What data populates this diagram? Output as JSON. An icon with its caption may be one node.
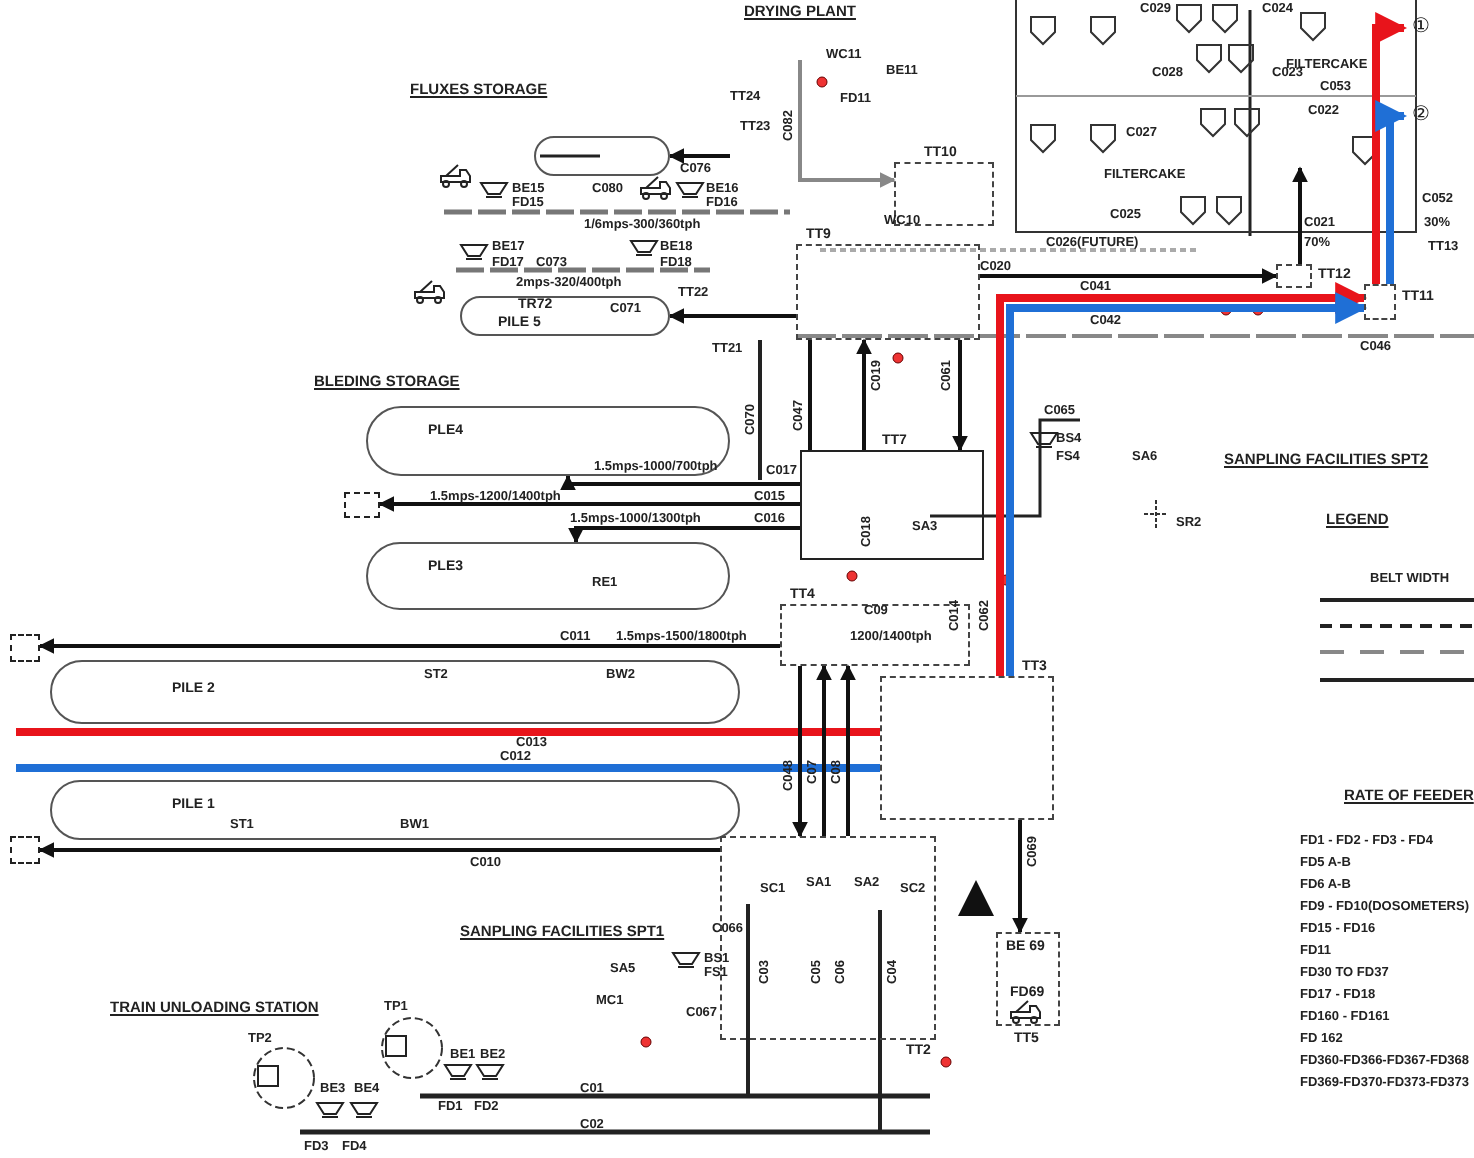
{
  "diagram": {
    "nodes": [
      {
        "text": [],
        "shape": "box"
      },
      {
        "text": [
          "TT10"
        ]
      },
      {
        "text": [
          "TT9"
        ]
      },
      {
        "text": [
          "TT12"
        ]
      },
      {
        "text": [
          "TT11"
        ]
      },
      {
        "text": [
          "TR72",
          "PILE 5"
        ]
      },
      {
        "text": [
          "PLE4"
        ]
      },
      {
        "text": [
          "TT7"
        ]
      },
      {
        "text": [],
        "shape": "box"
      },
      {
        "text": [
          "PLE3"
        ]
      },
      {
        "text": [
          "TT4"
        ]
      },
      {
        "text": [],
        "shape": "box"
      },
      {
        "text": [
          "PILE 2"
        ]
      },
      {
        "text": [
          "TT3"
        ]
      },
      {
        "text": [
          "PILE 1"
        ]
      },
      {
        "text": [
          "TT2"
        ]
      },
      {
        "text": [],
        "shape": "box"
      },
      {
        "text": [
          "BE 69",
          "FD69",
          "TT5"
        ]
      },
      {
        "text": [
          "①"
        ]
      },
      {
        "text": [
          "②"
        ]
      }
    ],
    "edges": [
      {
        "from": 10,
        "to": 11,
        "arrow": "to"
      },
      {
        "from": 7,
        "to": 8,
        "arrow": "to"
      },
      {
        "from": 15,
        "to": 16,
        "arrow": "to"
      },
      {
        "from": 13,
        "to": null,
        "arrow": "none",
        "style": "thick",
        "color": "#e8141b"
      },
      {
        "from": 13,
        "to": null,
        "arrow": "none",
        "style": "thick",
        "color": "#1f6fd6"
      },
      {
        "from": 13,
        "to": 4,
        "arrow": "to",
        "style": "thick",
        "color": "#e8141b"
      },
      {
        "from": 13,
        "to": 4,
        "arrow": "to",
        "style": "thick",
        "color": "#1f6fd6"
      },
      {
        "from": 4,
        "to": 18,
        "arrow": "to",
        "style": "thick",
        "color": "#e8141b"
      },
      {
        "from": 4,
        "to": 19,
        "arrow": "to",
        "style": "thick",
        "color": "#1f6fd6"
      },
      {
        "from": 13,
        "to": 17,
        "arrow": "to"
      },
      {
        "from": 10,
        "to": 15,
        "arrow": "to"
      },
      {
        "from": 15,
        "to": 10,
        "arrow": "to"
      },
      {
        "from": 15,
        "to": 10,
        "arrow": "to"
      },
      {
        "from": 7,
        "to": 2,
        "arrow": "to"
      },
      {
        "from": 2,
        "to": 7,
        "arrow": "to"
      },
      {
        "from": 2,
        "to": 3,
        "arrow": "to"
      },
      {
        "from": 7,
        "to": 6,
        "arrow": "to"
      },
      {
        "from": 7,
        "to": 9,
        "arrow": "to"
      },
      {
        "from": 2,
        "to": 7,
        "arrow": "none"
      },
      {
        "from": 2,
        "to": 5,
        "arrow": "to"
      },
      {
        "from": null,
        "to": 1,
        "arrow": "to",
        "color": "#888888"
      },
      {
        "from": null,
        "to": 0,
        "arrow": "to"
      },
      {
        "from": 3,
        "to": null,
        "arrow": "to"
      }
    ],
    "labels": [
      "DRYING PLANT",
      "C029",
      "C024",
      "WC11",
      "FILTERCAKE",
      "BE11",
      "C028",
      "C023",
      "FLUXES STORAGE",
      "C053",
      "TT24",
      "FD11",
      "C022",
      "TT23",
      "C082",
      "C027",
      "C076",
      "FILTERCAKE",
      "BE15",
      "C080",
      "BE16",
      "FD15",
      "FD16",
      "C052",
      "1/6mps-300/360tph",
      "WC10",
      "C025",
      "C021",
      "30%",
      "BE17",
      "BE18",
      "C026(FUTURE)",
      "70%",
      "TT13",
      "FD17",
      "C073",
      "FD18",
      "C020",
      "2mps-320/400tph",
      "C041",
      "TT22",
      "C071",
      "C042",
      "TT21",
      "C046",
      "BLEDING STORAGE",
      "C019",
      "C061",
      "C070",
      "C047",
      "C065",
      "BS4",
      "FS4",
      "SA6",
      "SANPLING FACILITIES SPT2",
      "1.5mps-1000/700tph",
      "C017",
      "1.5mps-1200/1400tph",
      "C015",
      "1.5mps-1000/1300tph",
      "C016",
      "C018",
      "SA3",
      "SR2",
      "LEGEND",
      "RE1",
      "BELT WIDTH",
      "C09",
      "C014",
      "C062",
      "C011",
      "1.5mps-1500/1800tph",
      "1200/1400tph",
      "ST2",
      "BW2",
      "C013",
      "C012",
      "C048",
      "C07",
      "C08",
      "RATE OF FEEDER",
      "ST1",
      "BW1",
      "C069",
      "FD1 - FD2 - FD3 - FD4",
      "C010",
      "FD5 A-B",
      "SC1",
      "SA1",
      "SA2",
      "SC2",
      "FD6 A-B",
      "FD9 - FD10(DOSOMETERS)",
      "SANPLING FACILITIES SPT1",
      "C066",
      "FD15 - FD16",
      "BS1",
      "FD11",
      "SA5",
      "FS1",
      "C03",
      "C05",
      "C06",
      "C04",
      "FD30 TO FD37",
      "MC1",
      "FD17 - FD18",
      "TRAIN UNLOADING STATION",
      "TP1",
      "C067",
      "FD160 - FD161",
      "TP2",
      "FD 162",
      "BE1",
      "BE2",
      "FD360-FD366-FD367-FD368",
      "BE3",
      "BE4",
      "C01",
      "FD369-FD370-FD373-FD373",
      "FD1",
      "FD2",
      "C02",
      "FD3",
      "FD4"
    ]
  }
}
